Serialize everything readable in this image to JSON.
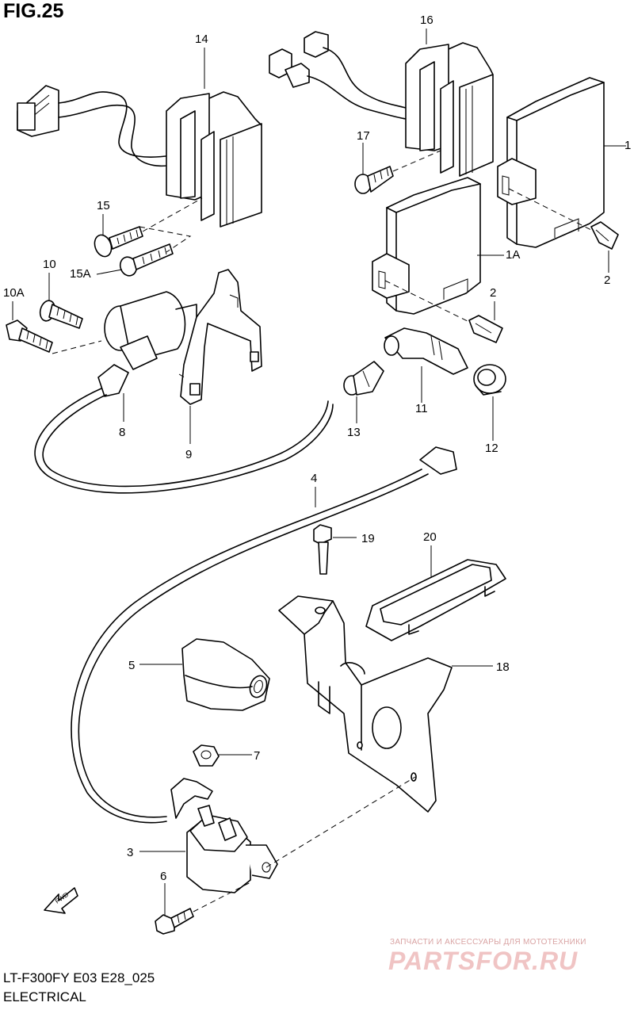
{
  "figure": {
    "title": "FIG.25"
  },
  "callouts": {
    "c1": "1",
    "c1A": "1A",
    "c2a": "2",
    "c2b": "2",
    "c3": "3",
    "c4": "4",
    "c5": "5",
    "c6": "6",
    "c7": "7",
    "c8": "8",
    "c9": "9",
    "c10": "10",
    "c10A": "10A",
    "c11": "11",
    "c12": "12",
    "c13": "13",
    "c14": "14",
    "c15": "15",
    "c15A": "15A",
    "c16": "16",
    "c17": "17",
    "c18": "18",
    "c19": "19",
    "c20": "20"
  },
  "footer": {
    "model": "LT-F300FY E03 E28_025",
    "section": "ELECTRICAL"
  },
  "watermark": {
    "tagline": "ЗАПЧАСТИ И АКСЕССУАРЫ ДЛЯ МОТОТЕХНИКИ",
    "logo": "PARTSFOR.RU"
  },
  "icons": {
    "direction": "fwd-arrow-icon",
    "direction_label": "FWD"
  }
}
